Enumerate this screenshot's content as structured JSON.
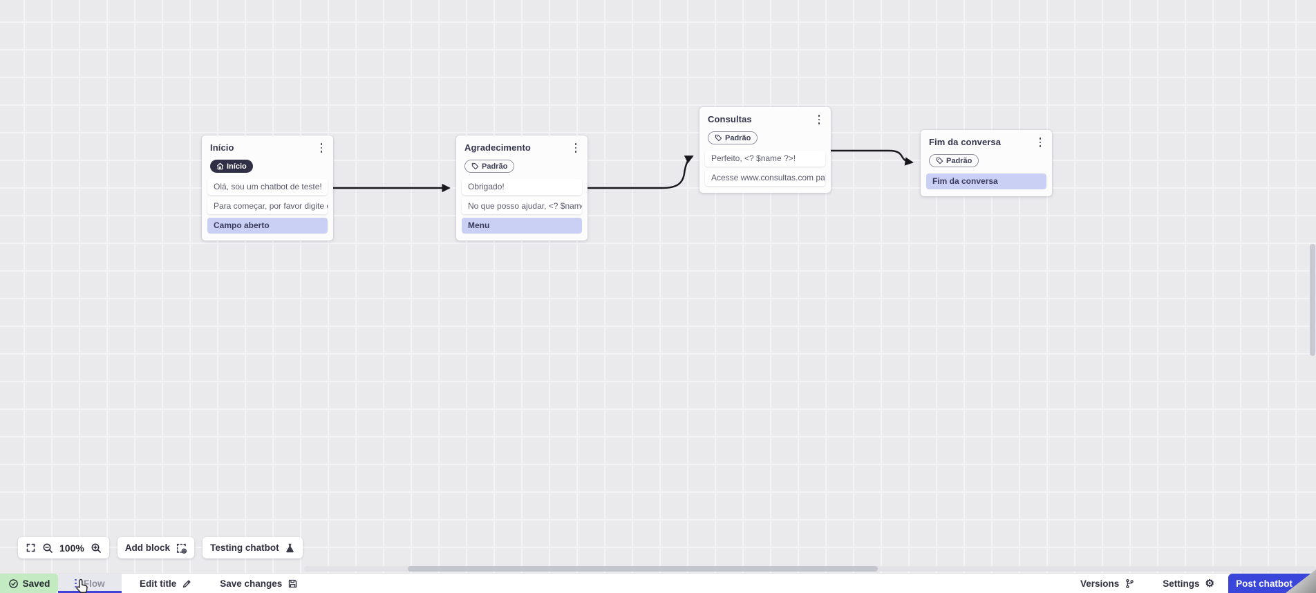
{
  "canvas": {
    "nodes": [
      {
        "title": "Início",
        "badge": {
          "style": "dark",
          "icon": "home-icon",
          "label": "Início"
        },
        "rows": [
          {
            "type": "message",
            "text": "Olá, sou um chatbot de teste!"
          },
          {
            "type": "message",
            "text": "Para começar, por favor digite o ..."
          },
          {
            "type": "input",
            "text": "Campo aberto"
          }
        ]
      },
      {
        "title": "Agradecimento",
        "badge": {
          "style": "outline",
          "icon": "tag-icon",
          "label": "Padrão"
        },
        "rows": [
          {
            "type": "message",
            "text": "Obrigado!"
          },
          {
            "type": "message",
            "text": "No que posso ajudar, <? $name ..."
          },
          {
            "type": "input",
            "text": "Menu"
          }
        ]
      },
      {
        "title": "Consultas",
        "badge": {
          "style": "outline",
          "icon": "tag-icon",
          "label": "Padrão"
        },
        "rows": [
          {
            "type": "message",
            "text": "Perfeito, <? $name ?>!"
          },
          {
            "type": "message",
            "text": "Acesse www.consultas.com par..."
          }
        ]
      },
      {
        "title": "Fim da conversa",
        "badge": {
          "style": "outline",
          "icon": "tag-icon",
          "label": "Padrão"
        },
        "rows": [
          {
            "type": "input",
            "text": "Fim da conversa"
          }
        ]
      }
    ]
  },
  "toolbar": {
    "zoom_level": "100%",
    "add_block_label": "Add block",
    "testing_label": "Testing chatbot"
  },
  "statusbar": {
    "saved_label": "Saved",
    "flow_tab_label": "Flow",
    "edit_title_label": "Edit title",
    "save_changes_label": "Save changes",
    "versions_label": "Versions",
    "settings_label": "Settings",
    "post_button_label": "Post chatbot",
    "gear_glyph": "⚙"
  },
  "colors": {
    "accent_blue": "#3a46d9",
    "tab_underline": "#4242d8",
    "saved_green": "#c3eac0",
    "lavender_row": "#cad0f3",
    "dark_badge": "#2f2f46",
    "canvas_bg": "#eaeaed",
    "edge_stroke": "#17171c"
  }
}
